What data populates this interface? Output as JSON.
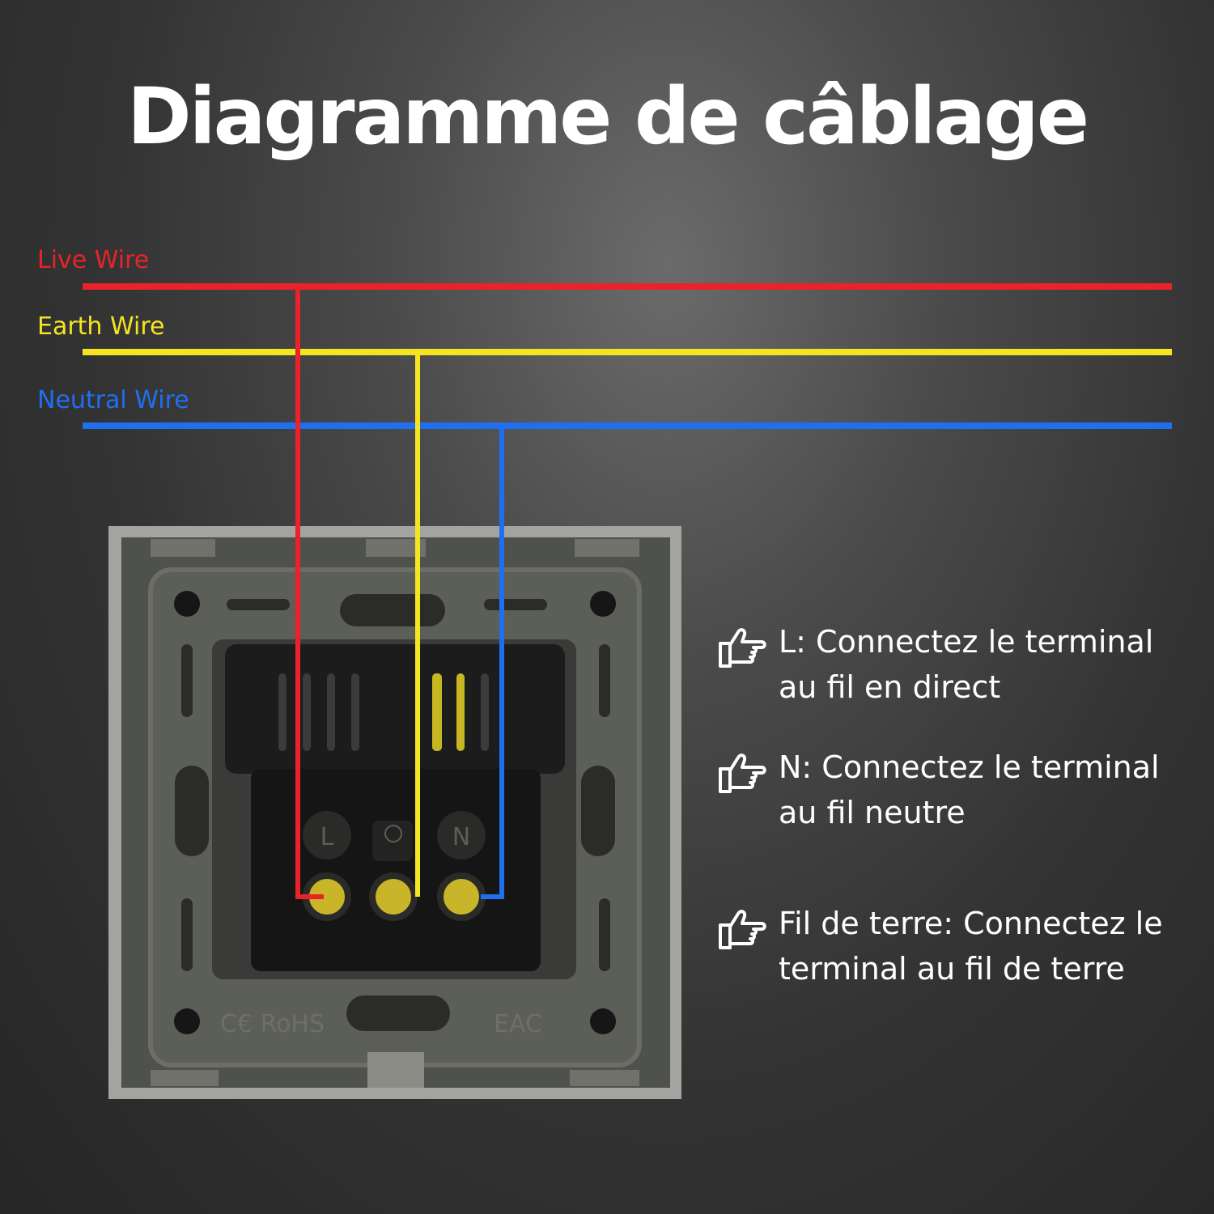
{
  "title": "Diagramme de câblage",
  "wires": [
    {
      "label": "Live Wire",
      "color": "#e8232a"
    },
    {
      "label": "Earth Wire",
      "color": "#f5e421"
    },
    {
      "label": "Neutral  Wire",
      "color": "#1f6ff0"
    }
  ],
  "terminals": {
    "live": "L",
    "neutral": "N"
  },
  "markings": {
    "left": "C€ RoHS",
    "right": "EAC"
  },
  "instructions": [
    {
      "icon": "pointing-hand-icon",
      "text": "L: Connectez le terminal au fil en direct"
    },
    {
      "icon": "pointing-hand-icon",
      "text": "N: Connectez le terminal au fil neutre"
    },
    {
      "icon": "pointing-hand-icon",
      "text": "Fil de terre: Connectez le terminal au fil de terre"
    }
  ],
  "colors": {
    "background": "#333333",
    "text": "#ffffff",
    "frame": "#9a9b96",
    "plate": "#585a54",
    "module": "#1c1d1c",
    "terminal_screw": "#c9b52a"
  }
}
